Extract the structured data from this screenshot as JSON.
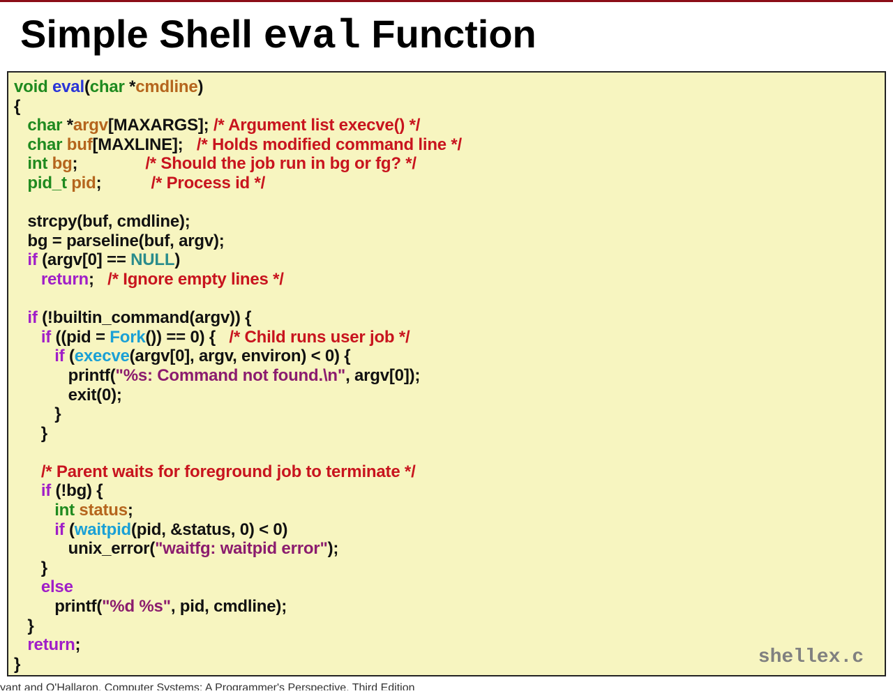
{
  "title": {
    "prefix": "Simple Shell ",
    "code": "eval",
    "suffix": " Function"
  },
  "file_label": "shellex.c",
  "footer": "yant and O'Hallaron, Computer Systems: A Programmer's Perspective, Third Edition",
  "code_lines": [
    [
      {
        "t": "void ",
        "c": "kw"
      },
      {
        "t": "eval",
        "c": "fn"
      },
      {
        "t": "(",
        "c": "plain"
      },
      {
        "t": "char ",
        "c": "kw"
      },
      {
        "t": "*",
        "c": "plain"
      },
      {
        "t": "cmdline",
        "c": "id"
      },
      {
        "t": ")",
        "c": "plain"
      }
    ],
    [
      {
        "t": "{",
        "c": "plain"
      }
    ],
    [
      {
        "t": "   ",
        "c": "plain"
      },
      {
        "t": "char ",
        "c": "kw"
      },
      {
        "t": "*",
        "c": "plain"
      },
      {
        "t": "argv",
        "c": "id"
      },
      {
        "t": "[MAXARGS]; ",
        "c": "plain"
      },
      {
        "t": "/* Argument list execve() */",
        "c": "cm"
      }
    ],
    [
      {
        "t": "   ",
        "c": "plain"
      },
      {
        "t": "char ",
        "c": "kw"
      },
      {
        "t": "buf",
        "c": "id"
      },
      {
        "t": "[MAXLINE];   ",
        "c": "plain"
      },
      {
        "t": "/* Holds modified command line */",
        "c": "cm"
      }
    ],
    [
      {
        "t": "   ",
        "c": "plain"
      },
      {
        "t": "int ",
        "c": "kw"
      },
      {
        "t": "bg",
        "c": "id"
      },
      {
        "t": ";               ",
        "c": "plain"
      },
      {
        "t": "/* Should the job run in bg or fg? */",
        "c": "cm"
      }
    ],
    [
      {
        "t": "   ",
        "c": "plain"
      },
      {
        "t": "pid_t ",
        "c": "kw"
      },
      {
        "t": "pid",
        "c": "id"
      },
      {
        "t": ";           ",
        "c": "plain"
      },
      {
        "t": "/* Process id */",
        "c": "cm"
      }
    ],
    [],
    [
      {
        "t": "   strcpy(buf, cmdline);",
        "c": "plain"
      }
    ],
    [
      {
        "t": "   bg = parseline(buf, argv);",
        "c": "plain"
      }
    ],
    [
      {
        "t": "   ",
        "c": "plain"
      },
      {
        "t": "if ",
        "c": "ctl"
      },
      {
        "t": "(argv[0] == ",
        "c": "plain"
      },
      {
        "t": "NULL",
        "c": "null"
      },
      {
        "t": ")",
        "c": "plain"
      }
    ],
    [
      {
        "t": "      ",
        "c": "plain"
      },
      {
        "t": "return",
        "c": "ctl"
      },
      {
        "t": ";   ",
        "c": "plain"
      },
      {
        "t": "/* Ignore empty lines */",
        "c": "cm"
      }
    ],
    [],
    [
      {
        "t": "   ",
        "c": "plain"
      },
      {
        "t": "if ",
        "c": "ctl"
      },
      {
        "t": "(!builtin_command(argv)) {",
        "c": "plain"
      }
    ],
    [
      {
        "t": "      ",
        "c": "plain"
      },
      {
        "t": "if ",
        "c": "ctl"
      },
      {
        "t": "((pid = ",
        "c": "plain"
      },
      {
        "t": "Fork",
        "c": "sys"
      },
      {
        "t": "()) == 0) {   ",
        "c": "plain"
      },
      {
        "t": "/* Child runs user job */",
        "c": "cm"
      }
    ],
    [
      {
        "t": "         ",
        "c": "plain"
      },
      {
        "t": "if ",
        "c": "ctl"
      },
      {
        "t": "(",
        "c": "plain"
      },
      {
        "t": "execve",
        "c": "sys"
      },
      {
        "t": "(argv[0], argv, environ) < 0) {",
        "c": "plain"
      }
    ],
    [
      {
        "t": "            printf(",
        "c": "plain"
      },
      {
        "t": "\"%s: Command not found.\\n\"",
        "c": "str"
      },
      {
        "t": ", argv[0]);",
        "c": "plain"
      }
    ],
    [
      {
        "t": "            exit(0);",
        "c": "plain"
      }
    ],
    [
      {
        "t": "         }",
        "c": "plain"
      }
    ],
    [
      {
        "t": "      }",
        "c": "plain"
      }
    ],
    [],
    [
      {
        "t": "      ",
        "c": "plain"
      },
      {
        "t": "/* Parent waits for foreground job to terminate */",
        "c": "cm"
      }
    ],
    [
      {
        "t": "      ",
        "c": "plain"
      },
      {
        "t": "if ",
        "c": "ctl"
      },
      {
        "t": "(!bg) {",
        "c": "plain"
      }
    ],
    [
      {
        "t": "         ",
        "c": "plain"
      },
      {
        "t": "int ",
        "c": "kw"
      },
      {
        "t": "status",
        "c": "id"
      },
      {
        "t": ";",
        "c": "plain"
      }
    ],
    [
      {
        "t": "         ",
        "c": "plain"
      },
      {
        "t": "if ",
        "c": "ctl"
      },
      {
        "t": "(",
        "c": "plain"
      },
      {
        "t": "waitpid",
        "c": "sys"
      },
      {
        "t": "(pid, &status, 0) < 0)",
        "c": "plain"
      }
    ],
    [
      {
        "t": "            unix_error(",
        "c": "plain"
      },
      {
        "t": "\"waitfg: waitpid error\"",
        "c": "str"
      },
      {
        "t": ");",
        "c": "plain"
      }
    ],
    [
      {
        "t": "      }",
        "c": "plain"
      }
    ],
    [
      {
        "t": "      ",
        "c": "plain"
      },
      {
        "t": "else",
        "c": "ctl"
      }
    ],
    [
      {
        "t": "         printf(",
        "c": "plain"
      },
      {
        "t": "\"%d %s\"",
        "c": "str"
      },
      {
        "t": ", pid, cmdline);",
        "c": "plain"
      }
    ],
    [
      {
        "t": "   }",
        "c": "plain"
      }
    ],
    [
      {
        "t": "   ",
        "c": "plain"
      },
      {
        "t": "return",
        "c": "ctl"
      },
      {
        "t": ";",
        "c": "plain"
      }
    ],
    [
      {
        "t": "}",
        "c": "plain"
      }
    ]
  ]
}
